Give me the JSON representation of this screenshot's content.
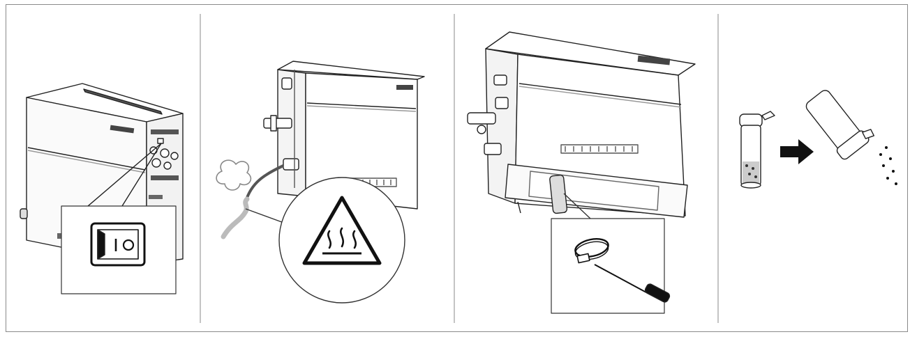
{
  "panels": [
    {
      "name": "power-switch-step",
      "icon": "power-switch-icon",
      "switch_text": "I O"
    },
    {
      "name": "hot-steam-warning-step",
      "icon": "hot-surface-warning-icon"
    },
    {
      "name": "drain-hose-clamp-step",
      "icon": "hose-clamp-screwdriver-icon"
    },
    {
      "name": "drain-filter-emptying-step",
      "icon": "filter-cartridge-icon"
    }
  ],
  "colors": {
    "line": "#222222",
    "frame": "#8a8a8a",
    "shade": "#cfcfcf",
    "steam": "#9a9a9a",
    "arrow": "#111111"
  }
}
